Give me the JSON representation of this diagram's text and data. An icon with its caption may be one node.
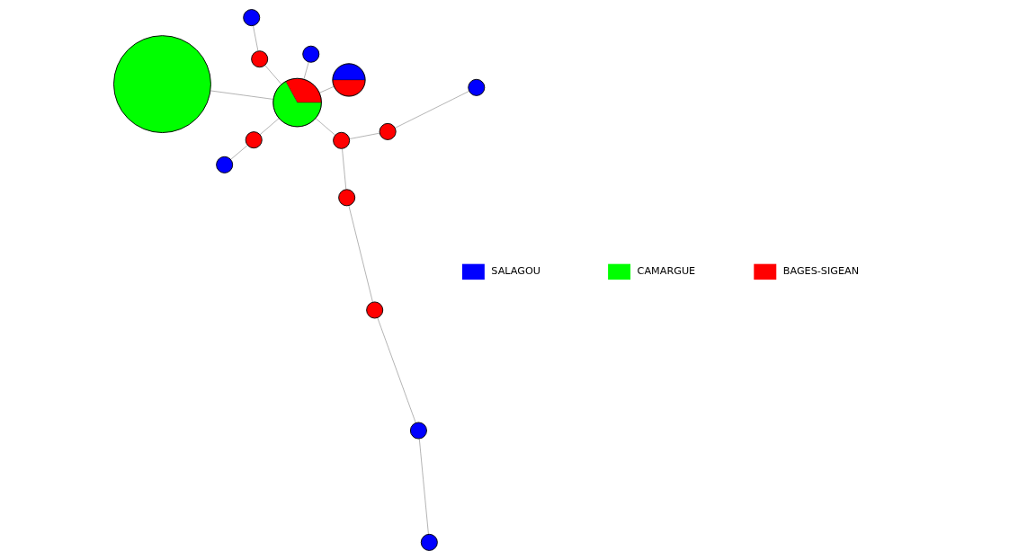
{
  "diagram": {
    "nodes": [
      {
        "text": [],
        "shape": "circle"
      },
      {
        "text": [],
        "shape": "circle"
      },
      {
        "text": [],
        "shape": "circle"
      },
      {
        "text": [],
        "shape": "circle"
      },
      {
        "text": [],
        "shape": "circle"
      },
      {
        "text": [],
        "shape": "circle"
      },
      {
        "text": [],
        "shape": "circle"
      },
      {
        "text": [],
        "shape": "circle"
      },
      {
        "text": [],
        "shape": "circle"
      },
      {
        "text": [],
        "shape": "circle"
      },
      {
        "text": [],
        "shape": "circle"
      },
      {
        "text": [],
        "shape": "circle"
      },
      {
        "text": [],
        "shape": "circle"
      },
      {
        "text": [],
        "shape": "circle"
      },
      {
        "text": [],
        "shape": "circle"
      }
    ],
    "edges": [
      {
        "from": 0,
        "to": 5,
        "arrow": "none"
      },
      {
        "from": 1,
        "to": 5,
        "arrow": "none"
      },
      {
        "from": 5,
        "to": 3,
        "arrow": "none"
      },
      {
        "from": 3,
        "to": 2,
        "arrow": "none"
      },
      {
        "from": 4,
        "to": 5,
        "arrow": "none"
      },
      {
        "from": 5,
        "to": 6,
        "arrow": "none"
      },
      {
        "from": 6,
        "to": 7,
        "arrow": "none"
      },
      {
        "from": 7,
        "to": 8,
        "arrow": "none"
      },
      {
        "from": 8,
        "to": 9,
        "arrow": "none"
      },
      {
        "from": 9,
        "to": 10,
        "arrow": "none"
      },
      {
        "from": 5,
        "to": 11,
        "arrow": "none"
      },
      {
        "from": 11,
        "to": 13,
        "arrow": "none"
      },
      {
        "from": 6,
        "to": 12,
        "arrow": "none"
      },
      {
        "from": 12,
        "to": 14,
        "arrow": "none"
      }
    ],
    "legend": [
      {
        "text": "SALAGOU",
        "color": "#0000ff"
      },
      {
        "text": "CAMARGUE",
        "color": "#00ff00"
      },
      {
        "text": "BAGES-SIGEAN",
        "color": "#ff0000"
      }
    ]
  }
}
